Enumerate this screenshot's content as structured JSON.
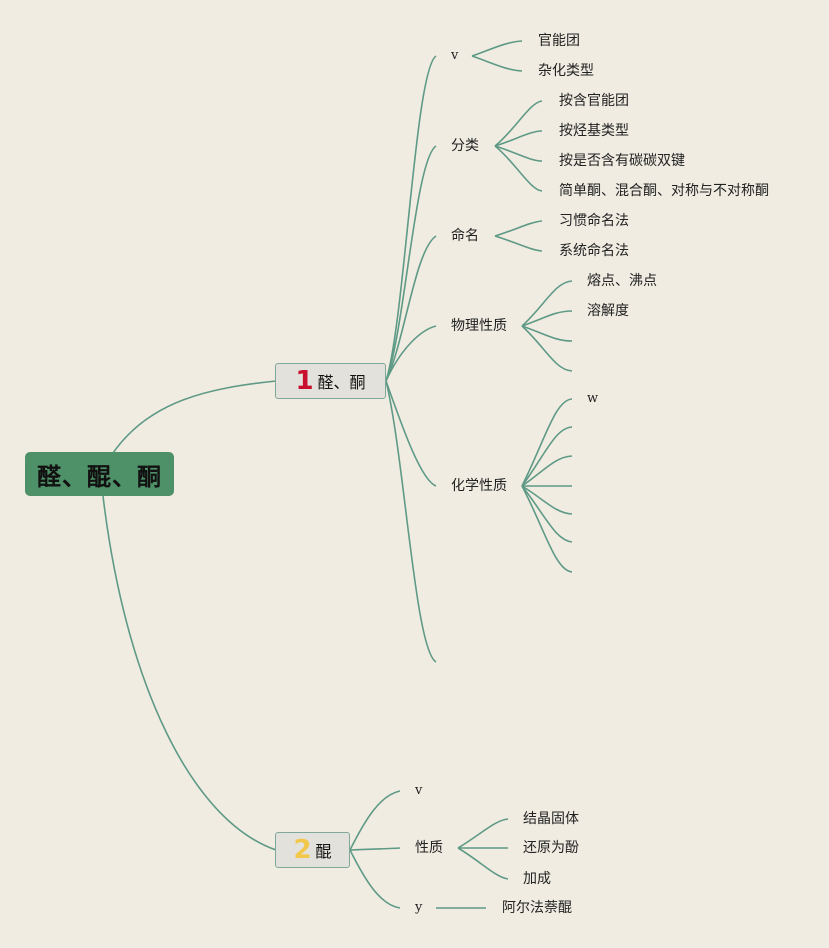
{
  "root": {
    "label": "醛、醌、酮"
  },
  "topic1": {
    "badge": "1",
    "badge_color": "#c8102e",
    "label": "醛、酮"
  },
  "topic2": {
    "badge": "2",
    "badge_color": "#f2c84b",
    "label": "醌"
  },
  "t1": {
    "v": "v",
    "v_children": [
      "官能团",
      "杂化类型"
    ],
    "classify": "分类",
    "classify_children": [
      "按含官能团",
      "按烃基类型",
      "按是否含有碳碳双键",
      "简单酮、混合酮、对称与不对称酮"
    ],
    "naming": "命名",
    "naming_children": [
      "习惯命名法",
      "系统命名法"
    ],
    "physical": "物理性质",
    "physical_children": [
      "熔点、沸点",
      "溶解度"
    ],
    "chemical": "化学性质",
    "chemical_first": "w"
  },
  "t2": {
    "v": "v",
    "property": "性质",
    "property_children": [
      "结晶固体",
      "还原为酚",
      "加成"
    ],
    "y": "y",
    "y_child": "阿尔法萘醌"
  },
  "colors": {
    "edge": "#5f9a86",
    "background": "#f0ece2",
    "root_fill": "#4e9068"
  }
}
